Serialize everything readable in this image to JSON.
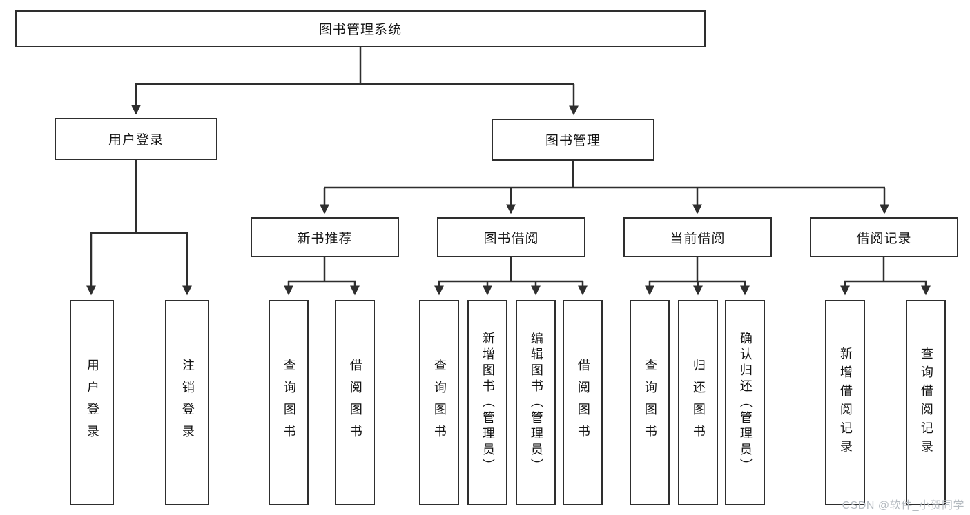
{
  "diagram": {
    "root": "图书管理系统",
    "branches": {
      "user_login": {
        "label": "用户登录",
        "children": [
          "用户登录",
          "注销登录"
        ]
      },
      "book_management": {
        "label": "图书管理",
        "children": {
          "new_book": {
            "label": "新书推荐",
            "children": [
              "查询图书",
              "借阅图书"
            ]
          },
          "borrowing": {
            "label": "图书借阅",
            "children": [
              "查询图书",
              "新增图书（管理员）",
              "编辑图书（管理员）",
              "借阅图书"
            ]
          },
          "current": {
            "label": "当前借阅",
            "children": [
              "查询图书",
              "归还图书",
              "确认归还（管理员）"
            ]
          },
          "records": {
            "label": "借阅记录",
            "children": [
              "新增借阅记录",
              "查询借阅记录"
            ]
          }
        }
      }
    }
  },
  "watermark": "CSDN @软件_小贺同学",
  "colors": {
    "line": "#2e2e2e",
    "border": "#2e2e2e",
    "watermark": "#b4bac0"
  }
}
